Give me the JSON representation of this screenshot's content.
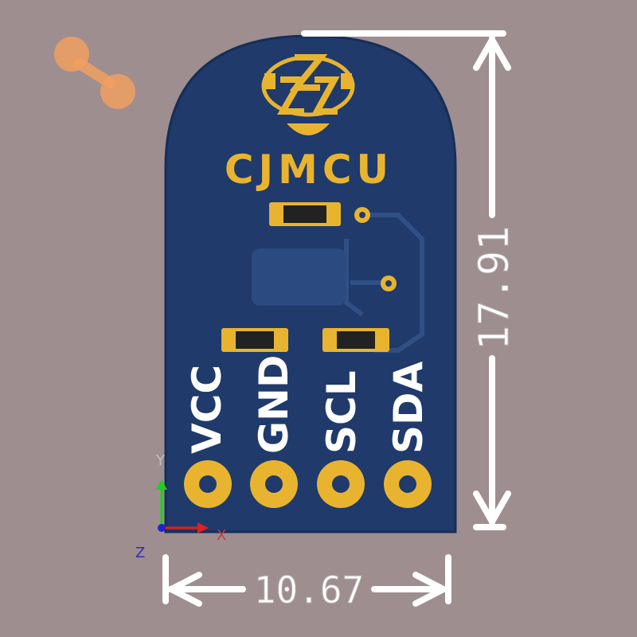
{
  "board": {
    "brand": "CJMCU",
    "pins": [
      "VCC",
      "GND",
      "SCL",
      "SDA"
    ]
  },
  "dimensions": {
    "width_label": "10.67",
    "height_label": "17.91"
  },
  "axes": {
    "x": "X",
    "y": "Y",
    "z": "Z"
  },
  "colors": {
    "background": "#9e8e90",
    "board": "#1f3a6b",
    "gold": "#e8b430",
    "silkscreen": "#ffffff"
  }
}
